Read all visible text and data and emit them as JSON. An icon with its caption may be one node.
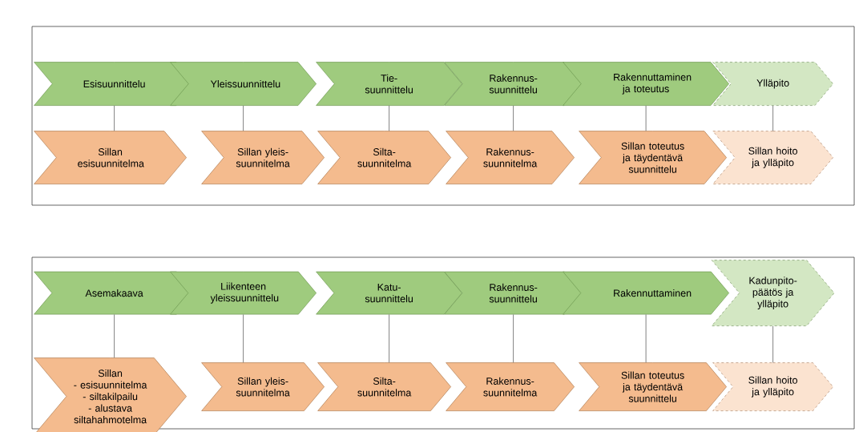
{
  "diagram": {
    "nodes": [
      {
        "text": [],
        "shape": "box"
      },
      {
        "text": [
          "Esisuunnittelu"
        ],
        "in": 0
      },
      {
        "text": [
          "Yleissuunnittelu"
        ],
        "in": 0
      },
      {
        "text": [
          "Tie- suunnittelu"
        ],
        "in": 0
      },
      {
        "text": [
          "Rakennus- suunnittelu"
        ],
        "in": 0
      },
      {
        "text": [
          "Rakennuttaminen ja toteutus"
        ],
        "in": 0
      },
      {
        "text": [
          "Ylläpito"
        ],
        "in": 0
      },
      {
        "text": [
          "Sillan esisuunnitelma"
        ],
        "in": 0
      },
      {
        "text": [
          "Sillan yleis- suunnitelma"
        ],
        "in": 0
      },
      {
        "text": [
          "Silta- suunnitelma"
        ],
        "in": 0
      },
      {
        "text": [
          "Rakennus- suunnitelma"
        ],
        "in": 0
      },
      {
        "text": [
          "Sillan toteutus ja täydentävä suunnittelu"
        ],
        "in": 0
      },
      {
        "text": [
          "Sillan hoito ja ylläpito"
        ],
        "in": 0
      },
      {
        "text": [],
        "shape": "box"
      },
      {
        "text": [
          "Asemakaava"
        ],
        "in": 13
      },
      {
        "text": [
          "Liikenteen yleissuunnittelu"
        ],
        "in": 13
      },
      {
        "text": [
          "Katu- suunnittelu"
        ],
        "in": 13
      },
      {
        "text": [
          "Rakennus- suunnittelu"
        ],
        "in": 13
      },
      {
        "text": [
          "Rakennuttaminen"
        ],
        "in": 13
      },
      {
        "text": [
          "Kadunpito- päätös ja ylläpito"
        ],
        "in": 13
      },
      {
        "text": [
          "Sillan",
          "- esisuunnitelma",
          "- siltakilpailu",
          "- alustava siltahahmotelma"
        ],
        "in": 13
      },
      {
        "text": [
          "Sillan yleis- suunnitelma"
        ],
        "in": 13
      },
      {
        "text": [
          "Silta- suunnitelma"
        ],
        "in": 13
      },
      {
        "text": [
          "Rakennus- suunnitelma"
        ],
        "in": 13
      },
      {
        "text": [
          "Sillan toteutus ja täydentävä suunnittelu"
        ],
        "in": 13
      },
      {
        "text": [
          "Sillan hoito ja ylläpito"
        ],
        "in": 13
      }
    ],
    "edges": [
      {
        "from": 1,
        "to": 7,
        "arrow": "none"
      },
      {
        "from": 2,
        "to": 8,
        "arrow": "none"
      },
      {
        "from": 3,
        "to": 9,
        "arrow": "none"
      },
      {
        "from": 4,
        "to": 10,
        "arrow": "none"
      },
      {
        "from": 5,
        "to": 11,
        "arrow": "none"
      },
      {
        "from": 6,
        "to": 12,
        "arrow": "none"
      },
      {
        "from": 14,
        "to": 20,
        "arrow": "none"
      },
      {
        "from": 15,
        "to": 21,
        "arrow": "none"
      },
      {
        "from": 16,
        "to": 22,
        "arrow": "none"
      },
      {
        "from": 17,
        "to": 23,
        "arrow": "none"
      },
      {
        "from": 18,
        "to": 24,
        "arrow": "none"
      },
      {
        "from": 19,
        "to": 25,
        "arrow": "none"
      }
    ]
  }
}
